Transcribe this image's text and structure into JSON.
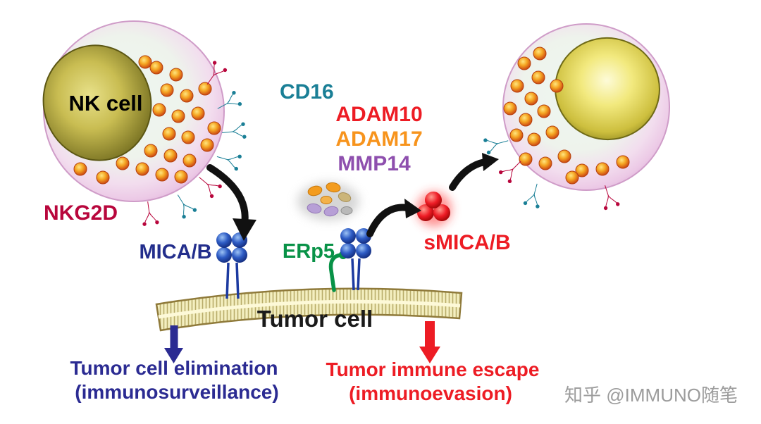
{
  "diagram": {
    "labels": {
      "nk_cell": "NK cell",
      "cd16": "CD16",
      "nkg2d": "NKG2D",
      "adam10": "ADAM10",
      "adam17": "ADAM17",
      "mmp14": "MMP14",
      "mica_b": "MICA/B",
      "erp5": "ERp5",
      "smica_b": "sMICA/B",
      "tumor_cell": "Tumor cell"
    },
    "outcomes": {
      "elimination_line1": "Tumor cell elimination",
      "elimination_line2": "(immunosurveillance)",
      "escape_line1": "Tumor immune escape",
      "escape_line2": "(immunoevasion)"
    },
    "watermark": "知乎 @IMMUNO随笔",
    "colors": {
      "cd16": "#1a7f96",
      "nkg2d": "#b8063c",
      "adam10": "#ed1c24",
      "adam17": "#f7941d",
      "mmp14": "#8e4fae",
      "mica_b": "#232e8c",
      "erp5": "#089247",
      "smica_b": "#ed1c24",
      "tumor_cell_text": "#1a1a1a",
      "nk_cell_text": "#000000",
      "elimination": "#2b2b92",
      "escape": "#ed1c24",
      "watermark_gray": "#9c9c9c"
    }
  }
}
